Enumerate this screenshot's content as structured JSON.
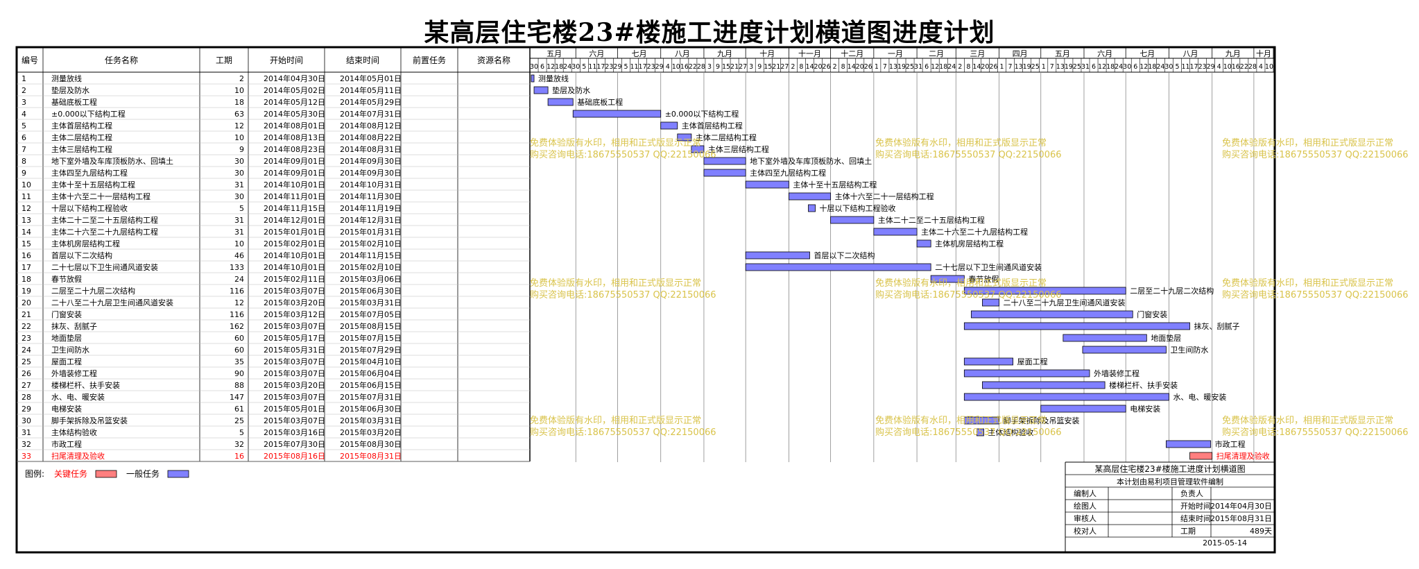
{
  "title": "某高层住宅楼23#楼施工进度计划横道图进度计划",
  "table": {
    "headers": [
      "编号",
      "任务名称",
      "工期",
      "开始时间",
      "结束时间",
      "前置任务",
      "资源名称"
    ]
  },
  "chart_data": {
    "type": "bar",
    "orientation": "horizontal-gantt",
    "timeline": {
      "months": [
        "五月",
        "六月",
        "七月",
        "八月",
        "九月",
        "十月",
        "十一月",
        "十二月",
        "一月",
        "二月",
        "三月",
        "四月",
        "五月",
        "六月",
        "七月",
        "八月",
        "九月",
        "十月"
      ],
      "day_ticks": [
        "30",
        "6",
        "12",
        "18",
        "24",
        "30",
        "5",
        "11",
        "17",
        "23",
        "29",
        "5",
        "11",
        "17",
        "23",
        "29",
        "4",
        "10",
        "16",
        "22",
        "28",
        "3",
        "9",
        "15",
        "21",
        "27",
        "3",
        "9",
        "15",
        "21",
        "27",
        "2",
        "8",
        "14",
        "20",
        "26",
        "2",
        "8",
        "14",
        "20",
        "26",
        "1",
        "7",
        "13",
        "19",
        "25",
        "31",
        "6",
        "12",
        "18",
        "24",
        "2",
        "8",
        "14",
        "20",
        "26",
        "1",
        "7",
        "13",
        "19",
        "25",
        "1",
        "7",
        "13",
        "19",
        "25",
        "31",
        "6",
        "12",
        "18",
        "24",
        "30",
        "6",
        "12",
        "18",
        "24",
        "30",
        "5",
        "11",
        "17",
        "23",
        "29",
        "4",
        "10",
        "16",
        "22",
        "28",
        "4",
        "10"
      ]
    },
    "tasks": [
      {
        "id": "1",
        "name": "测量放线",
        "duration": "2",
        "start": "2014年04月30日",
        "end": "2014年05月01日",
        "critical": false
      },
      {
        "id": "2",
        "name": "垫层及防水",
        "duration": "10",
        "start": "2014年05月02日",
        "end": "2014年05月11日",
        "critical": false
      },
      {
        "id": "3",
        "name": "基础底板工程",
        "duration": "18",
        "start": "2014年05月12日",
        "end": "2014年05月29日",
        "critical": false
      },
      {
        "id": "4",
        "name": "±0.000以下结构工程",
        "duration": "63",
        "start": "2014年05月30日",
        "end": "2014年07月31日",
        "critical": false
      },
      {
        "id": "5",
        "name": "主体首层结构工程",
        "duration": "12",
        "start": "2014年08月01日",
        "end": "2014年08月12日",
        "critical": false
      },
      {
        "id": "6",
        "name": "主体二层结构工程",
        "duration": "10",
        "start": "2014年08月13日",
        "end": "2014年08月22日",
        "critical": false
      },
      {
        "id": "7",
        "name": "主体三层结构工程",
        "duration": "9",
        "start": "2014年08月23日",
        "end": "2014年08月31日",
        "critical": false
      },
      {
        "id": "8",
        "name": "地下室外墙及车库顶板防水、回填土",
        "duration": "30",
        "start": "2014年09月01日",
        "end": "2014年09月30日",
        "critical": false
      },
      {
        "id": "9",
        "name": "主体四至九层结构工程",
        "duration": "30",
        "start": "2014年09月01日",
        "end": "2014年09月30日",
        "critical": false
      },
      {
        "id": "10",
        "name": "主体十至十五层结构工程",
        "duration": "31",
        "start": "2014年10月01日",
        "end": "2014年10月31日",
        "critical": false
      },
      {
        "id": "11",
        "name": "主体十六至二十一层结构工程",
        "duration": "30",
        "start": "2014年11月01日",
        "end": "2014年11月30日",
        "critical": false
      },
      {
        "id": "12",
        "name": "十层以下结构工程验收",
        "duration": "5",
        "start": "2014年11月15日",
        "end": "2014年11月19日",
        "critical": false
      },
      {
        "id": "13",
        "name": "主体二十二至二十五层结构工程",
        "duration": "31",
        "start": "2014年12月01日",
        "end": "2014年12月31日",
        "critical": false
      },
      {
        "id": "14",
        "name": "主体二十六至二十九层结构工程",
        "duration": "31",
        "start": "2015年01月01日",
        "end": "2015年01月31日",
        "critical": false
      },
      {
        "id": "15",
        "name": "主体机房层结构工程",
        "duration": "10",
        "start": "2015年02月01日",
        "end": "2015年02月10日",
        "critical": false
      },
      {
        "id": "16",
        "name": "首层以下二次结构",
        "duration": "46",
        "start": "2014年10月01日",
        "end": "2014年11月15日",
        "critical": false
      },
      {
        "id": "17",
        "name": "二十七层以下卫生间通风道安装",
        "duration": "133",
        "start": "2014年10月01日",
        "end": "2015年02月10日",
        "critical": false
      },
      {
        "id": "18",
        "name": "春节放假",
        "duration": "24",
        "start": "2015年02月11日",
        "end": "2015年03月06日",
        "critical": false
      },
      {
        "id": "19",
        "name": "二层至二十九层二次结构",
        "duration": "116",
        "start": "2015年03月07日",
        "end": "2015年06月30日",
        "critical": false
      },
      {
        "id": "20",
        "name": "二十八至二十九层卫生间通风道安装",
        "duration": "12",
        "start": "2015年03月20日",
        "end": "2015年03月31日",
        "critical": false
      },
      {
        "id": "21",
        "name": "门窗安装",
        "duration": "116",
        "start": "2015年03月12日",
        "end": "2015年07月05日",
        "critical": false
      },
      {
        "id": "22",
        "name": "抹灰、刮腻子",
        "duration": "162",
        "start": "2015年03月07日",
        "end": "2015年08月15日",
        "critical": false
      },
      {
        "id": "23",
        "name": "地面垫层",
        "duration": "60",
        "start": "2015年05月17日",
        "end": "2015年07月15日",
        "critical": false
      },
      {
        "id": "24",
        "name": "卫生间防水",
        "duration": "60",
        "start": "2015年05月31日",
        "end": "2015年07月29日",
        "critical": false
      },
      {
        "id": "25",
        "name": "屋面工程",
        "duration": "35",
        "start": "2015年03月07日",
        "end": "2015年04月10日",
        "critical": false
      },
      {
        "id": "26",
        "name": "外墙装修工程",
        "duration": "90",
        "start": "2015年03月07日",
        "end": "2015年06月04日",
        "critical": false
      },
      {
        "id": "27",
        "name": "楼梯栏杆、扶手安装",
        "duration": "88",
        "start": "2015年03月20日",
        "end": "2015年06月15日",
        "critical": false
      },
      {
        "id": "28",
        "name": "水、电、暖安装",
        "duration": "147",
        "start": "2015年03月07日",
        "end": "2015年07月31日",
        "critical": false
      },
      {
        "id": "29",
        "name": "电梯安装",
        "duration": "61",
        "start": "2015年05月01日",
        "end": "2015年06月30日",
        "critical": false
      },
      {
        "id": "30",
        "name": "脚手架拆除及吊篮安装",
        "duration": "25",
        "start": "2015年03月07日",
        "end": "2015年03月31日",
        "critical": false
      },
      {
        "id": "31",
        "name": "主体结构验收",
        "duration": "5",
        "start": "2015年03月16日",
        "end": "2015年03月20日",
        "critical": false
      },
      {
        "id": "32",
        "name": "市政工程",
        "duration": "32",
        "start": "2015年07月30日",
        "end": "2015年08月30日",
        "critical": false
      },
      {
        "id": "33",
        "name": "扫尾清理及验收",
        "duration": "16",
        "start": "2015年08月16日",
        "end": "2015年08月31日",
        "critical": true
      }
    ],
    "colors": {
      "normal": "#8080ff",
      "critical": "#ff7f7f",
      "grid": "#888888",
      "border": "#000000",
      "critical_text": "#ff0000"
    }
  },
  "legend": {
    "label": "图例:",
    "critical": "关键任务",
    "normal": "一般任务"
  },
  "info": {
    "title": "某高层住宅楼23#楼施工进度计划横道图",
    "subtitle": "本计划由易利项目管理软件编制",
    "rows": [
      [
        "编制人",
        "",
        "负责人",
        ""
      ],
      [
        "绘图人",
        "",
        "开始时间",
        "2014年04月30日"
      ],
      [
        "审核人",
        "",
        "结束时间",
        "2015年08月31日"
      ],
      [
        "校对人",
        "",
        "工期",
        "489天"
      ]
    ],
    "date": "2015-05-14"
  },
  "watermark": {
    "line1": "免费体验版有水印，相用和正式版显示正常",
    "line2": "购买咨询电话:18675550537 QQ:22150066"
  }
}
